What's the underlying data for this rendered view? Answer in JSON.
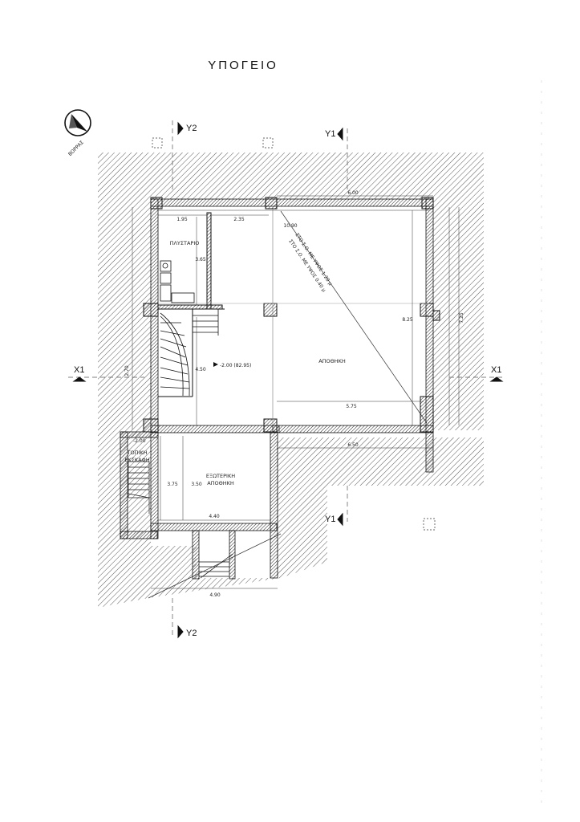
{
  "title": "ΥΠΟΓΕΙΟ",
  "north_label": "ΒΟΡΡΑΣ",
  "sections": {
    "y2_top": "Y2",
    "y2_bottom": "Y2",
    "y1_top": "Y1",
    "y1_bottom": "Y1",
    "x1_left": "X1",
    "x1_right": "X1"
  },
  "rooms": {
    "plystario": "ΠΛΥΣΤΑΡΙΟ",
    "apothiki": "ΑΠΟΘΗΚΗ",
    "exoteriki_1": "ΕΞΩΤΕΡΙΚΗ",
    "exoteriki_2": "ΑΠΟΘΗΚΗ",
    "topiki_1": "ΤΟΠΙΚΗ",
    "topiki_2": "ΕΚΣΚΑΦΗ"
  },
  "dimensions": {
    "d_1_95": "1.95",
    "d_2_35": "2.35",
    "d_6_00_top": "6.00",
    "d_10_90": "10.90",
    "d_3_65": "3.65",
    "d_8_25": "8.25",
    "d_4_50": "4.50",
    "d_5_75": "5.75",
    "d_6_50": "6.50",
    "d_3_75": "3.75",
    "d_3_50": "3.50",
    "d_4_40": "4.40",
    "d_4_90": "4.90",
    "d_left_side": "2.70",
    "d_right_side": "7.25"
  },
  "levels": {
    "main": "-2.00 (82.95)",
    "stair": "-2.00"
  },
  "annotations": {
    "diag_1": "ΣΤΟ Σ.Ο. ΜΕ ΥΨΟΣ 1.20 μ",
    "diag_2": "ΣΤΟ Σ.Ο. ΜΕ ΥΨΟΣ 0.40 μ"
  }
}
